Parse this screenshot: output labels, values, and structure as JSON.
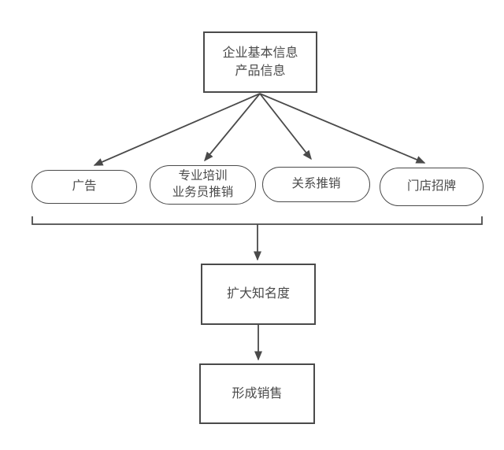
{
  "diagram": {
    "nodes": {
      "root": {
        "label": "企业基本信息\n产品信息"
      },
      "channels": [
        {
          "label": "广告"
        },
        {
          "label": "专业培训\n业务员推销"
        },
        {
          "label": "关系推销"
        },
        {
          "label": "门店招牌"
        }
      ],
      "awareness": {
        "label": "扩大知名度"
      },
      "sales": {
        "label": "形成销售"
      }
    },
    "connectors": {
      "fan_arrows_from_root": 4,
      "bracket_to_awareness": true,
      "awareness_to_sales": true
    }
  },
  "theme": {
    "stroke": "#4a4a4a",
    "text": "#4a4a4a",
    "bg": "#ffffff"
  }
}
